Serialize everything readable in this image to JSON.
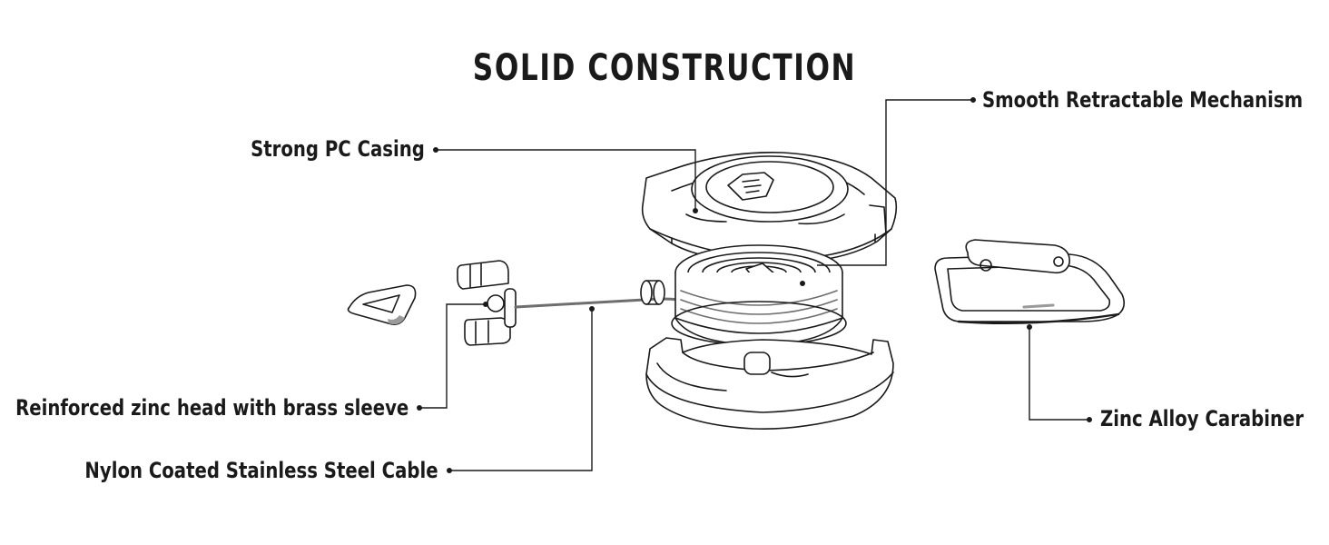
{
  "title": "SOLID CONSTRUCTION",
  "callouts": {
    "casing": "Strong PC Casing",
    "mechanism": "Smooth Retractable Mechanism",
    "zinc_head": "Reinforced zinc head with brass sleeve",
    "cable": "Nylon Coated Stainless Steel Cable",
    "carabiner": "Zinc Alloy Carabiner"
  },
  "colors": {
    "line": "#1a1a1a",
    "part_fill": "#ffffff",
    "part_shade": "#9a9a9a",
    "cable": "#6e6e6e"
  }
}
